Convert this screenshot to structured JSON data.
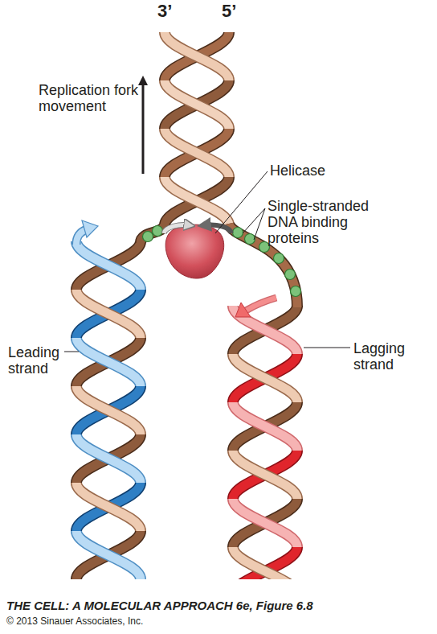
{
  "diagram": {
    "caption": "THE CELL: A MOLECULAR APPROACH 6e, Figure 6.8",
    "labels": [
      "3’",
      "5’",
      "Replication fork movement",
      "Helicase",
      "Single-stranded DNA binding proteins",
      "Leading strand",
      "Lagging strand",
      "© 2013 Sinauer Associates, Inc."
    ]
  }
}
